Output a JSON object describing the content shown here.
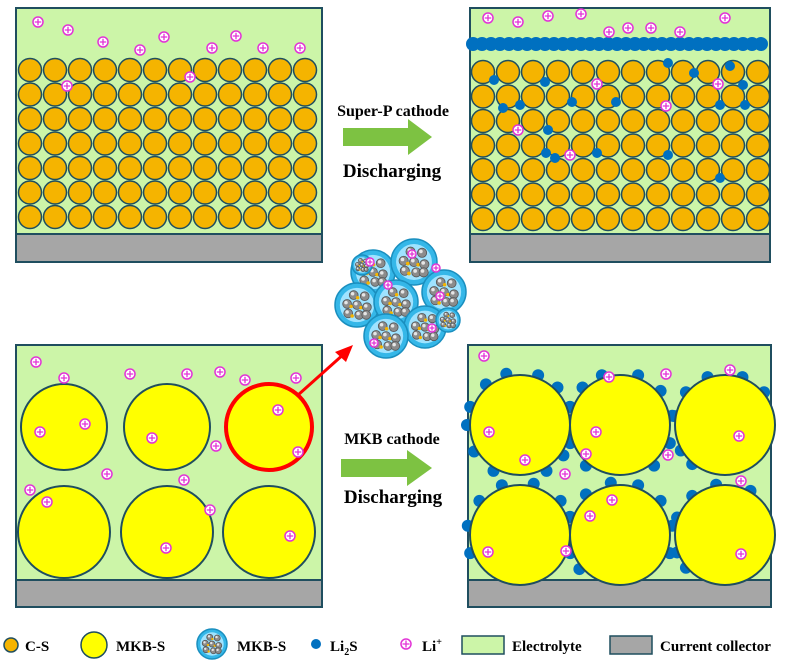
{
  "top_process": {
    "cathode_label": "Super-P cathode",
    "step_label": "Discharging"
  },
  "bottom_process": {
    "cathode_label": "MKB cathode",
    "step_label": "Discharging"
  },
  "legend": {
    "items": [
      {
        "label": "C-S",
        "icon": "small-orange-particle-icon"
      },
      {
        "label": "MKB-S",
        "icon": "large-yellow-particle-icon"
      },
      {
        "label": "MKB-S",
        "icon": "porous-particle-cluster-icon"
      },
      {
        "label": "Li2S",
        "icon": "blue-dot-icon"
      },
      {
        "label": "Li+",
        "icon": "lithium-ion-icon"
      },
      {
        "label": "Electrolyte",
        "icon": "green-box-icon"
      },
      {
        "label": "Current collector",
        "icon": "gray-box-icon"
      }
    ]
  },
  "colors": {
    "electrolyte": "#ccf5a8",
    "collector": "#a6a6a6",
    "outline": "#1f4e5f",
    "cs_particle": "#f5b400",
    "mkb_particle": "#ffff00",
    "li2s": "#0070c0",
    "li_ion": "#e233d6",
    "arrow": "#7dc242",
    "highlight": "#ff0000"
  }
}
